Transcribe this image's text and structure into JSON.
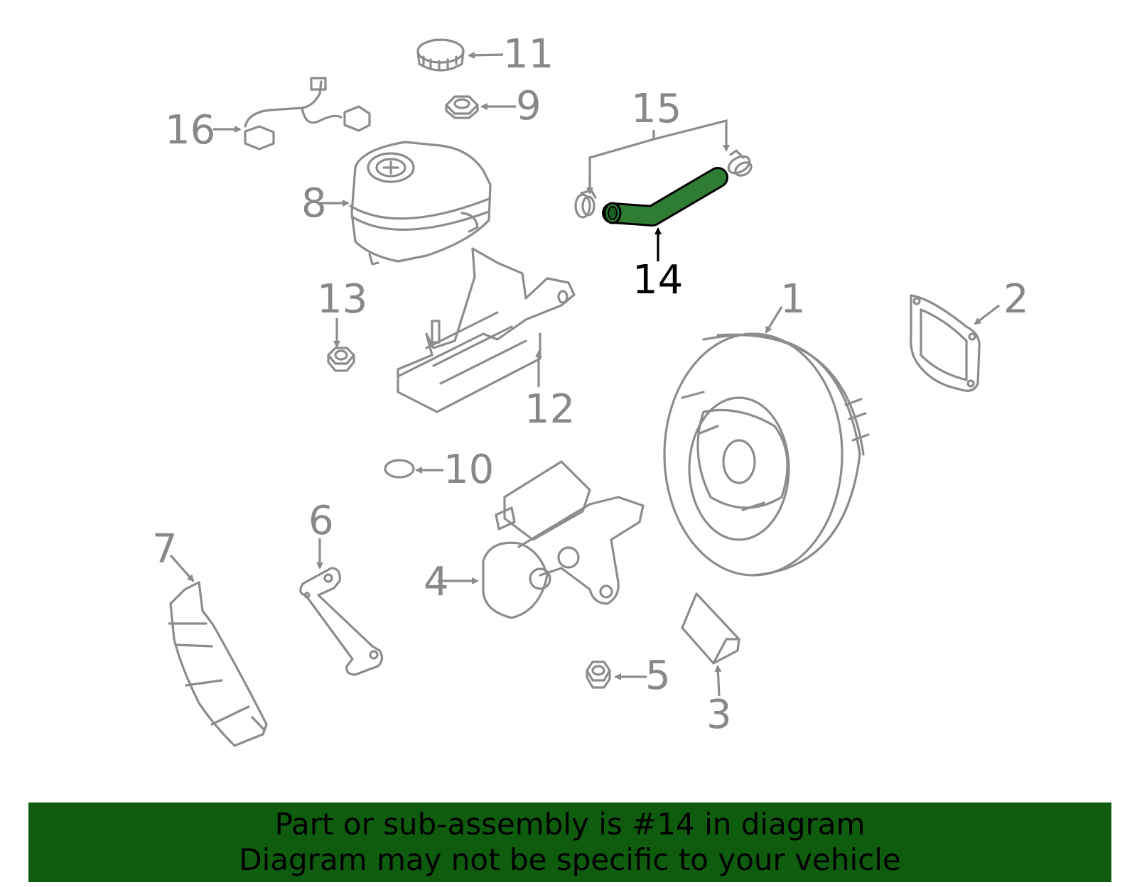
{
  "diagram": {
    "callouts": [
      "1",
      "2",
      "3",
      "4",
      "5",
      "6",
      "7",
      "8",
      "9",
      "10",
      "11",
      "12",
      "13",
      "14",
      "15",
      "16"
    ],
    "highlighted_part": "14",
    "highlight_color": "#2e7d32"
  },
  "banner": {
    "line1": "Part or sub-assembly is #14 in diagram",
    "line2": "Diagram may not be specific to your vehicle",
    "background_color": "#0f5c0f"
  }
}
